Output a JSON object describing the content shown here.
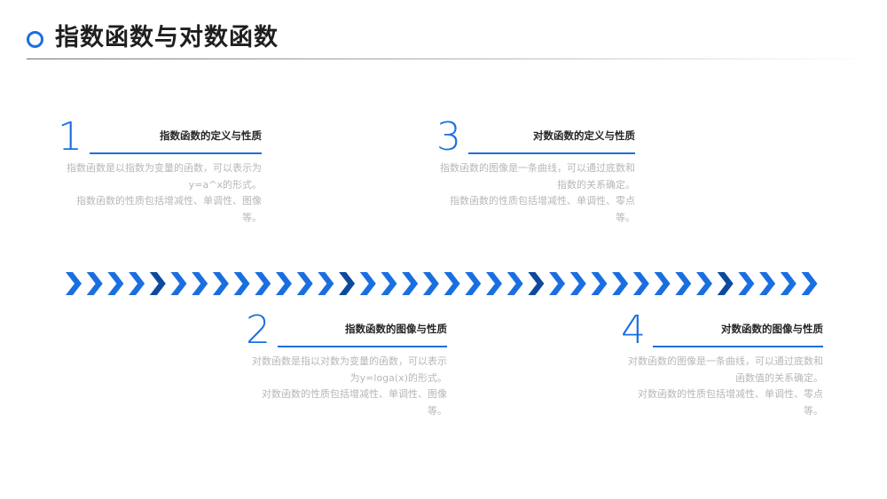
{
  "page": {
    "title": "指数函数与对数函数"
  },
  "colors": {
    "accent": "#1a6fe0",
    "chevron_light": "#1a6fe0",
    "chevron_dark": "#0d4a9e",
    "body_text": "#b7b7b7",
    "heading_text": "#262626"
  },
  "sections": [
    {
      "number": "1",
      "heading": "指数函数的定义与性质",
      "paragraphs": [
        "指数函数是以指数为变量的函数，可以表示为y=a^x的形式。",
        "指数函数的性质包括增减性、单调性、图像等。"
      ]
    },
    {
      "number": "2",
      "heading": "指数函数的图像与性质",
      "paragraphs": [
        "对数函数是指以对数为变量的函数，可以表示为y=loga(x)的形式。",
        "对数函数的性质包括增减性、单调性、图像等。"
      ]
    },
    {
      "number": "3",
      "heading": "对数函数的定义与性质",
      "paragraphs": [
        "指数函数的图像是一条曲线，可以通过底数和指数的关系确定。",
        "指数函数的性质包括增减性、单调性、零点等。"
      ]
    },
    {
      "number": "4",
      "heading": "对数函数的图像与性质",
      "paragraphs": [
        "对数函数的图像是一条曲线，可以通过底数和函数值的关系确定。",
        "对数函数的性质包括增减性、单调性、零点等。"
      ]
    }
  ],
  "timeline": {
    "dark_chevron_indices": [
      4,
      13,
      22,
      31
    ]
  }
}
